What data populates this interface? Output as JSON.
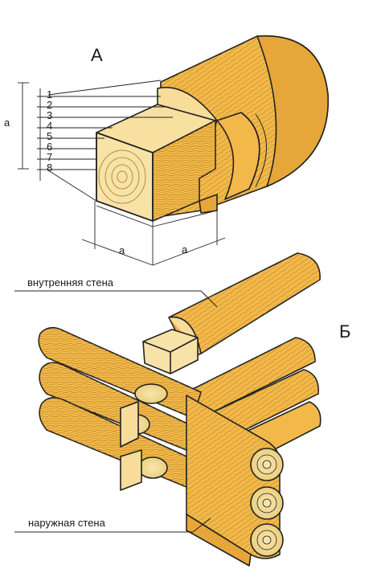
{
  "labels": {
    "part_a": "А",
    "part_b": "Б",
    "dim_a_vertical": "а",
    "dim_a_bottom_left": "а",
    "dim_a_bottom_right": "а",
    "inner_wall": "внутренняя стена",
    "outer_wall": "наружная стена"
  },
  "layer_numbers": [
    "1",
    "2",
    "3",
    "4",
    "5",
    "6",
    "7",
    "8"
  ],
  "colors": {
    "wood": "#f2b94a",
    "wood_dark": "#d99a2b",
    "wood_light": "#f8dc9a",
    "end_grain": "#f7e3a8",
    "outline": "#222222"
  }
}
